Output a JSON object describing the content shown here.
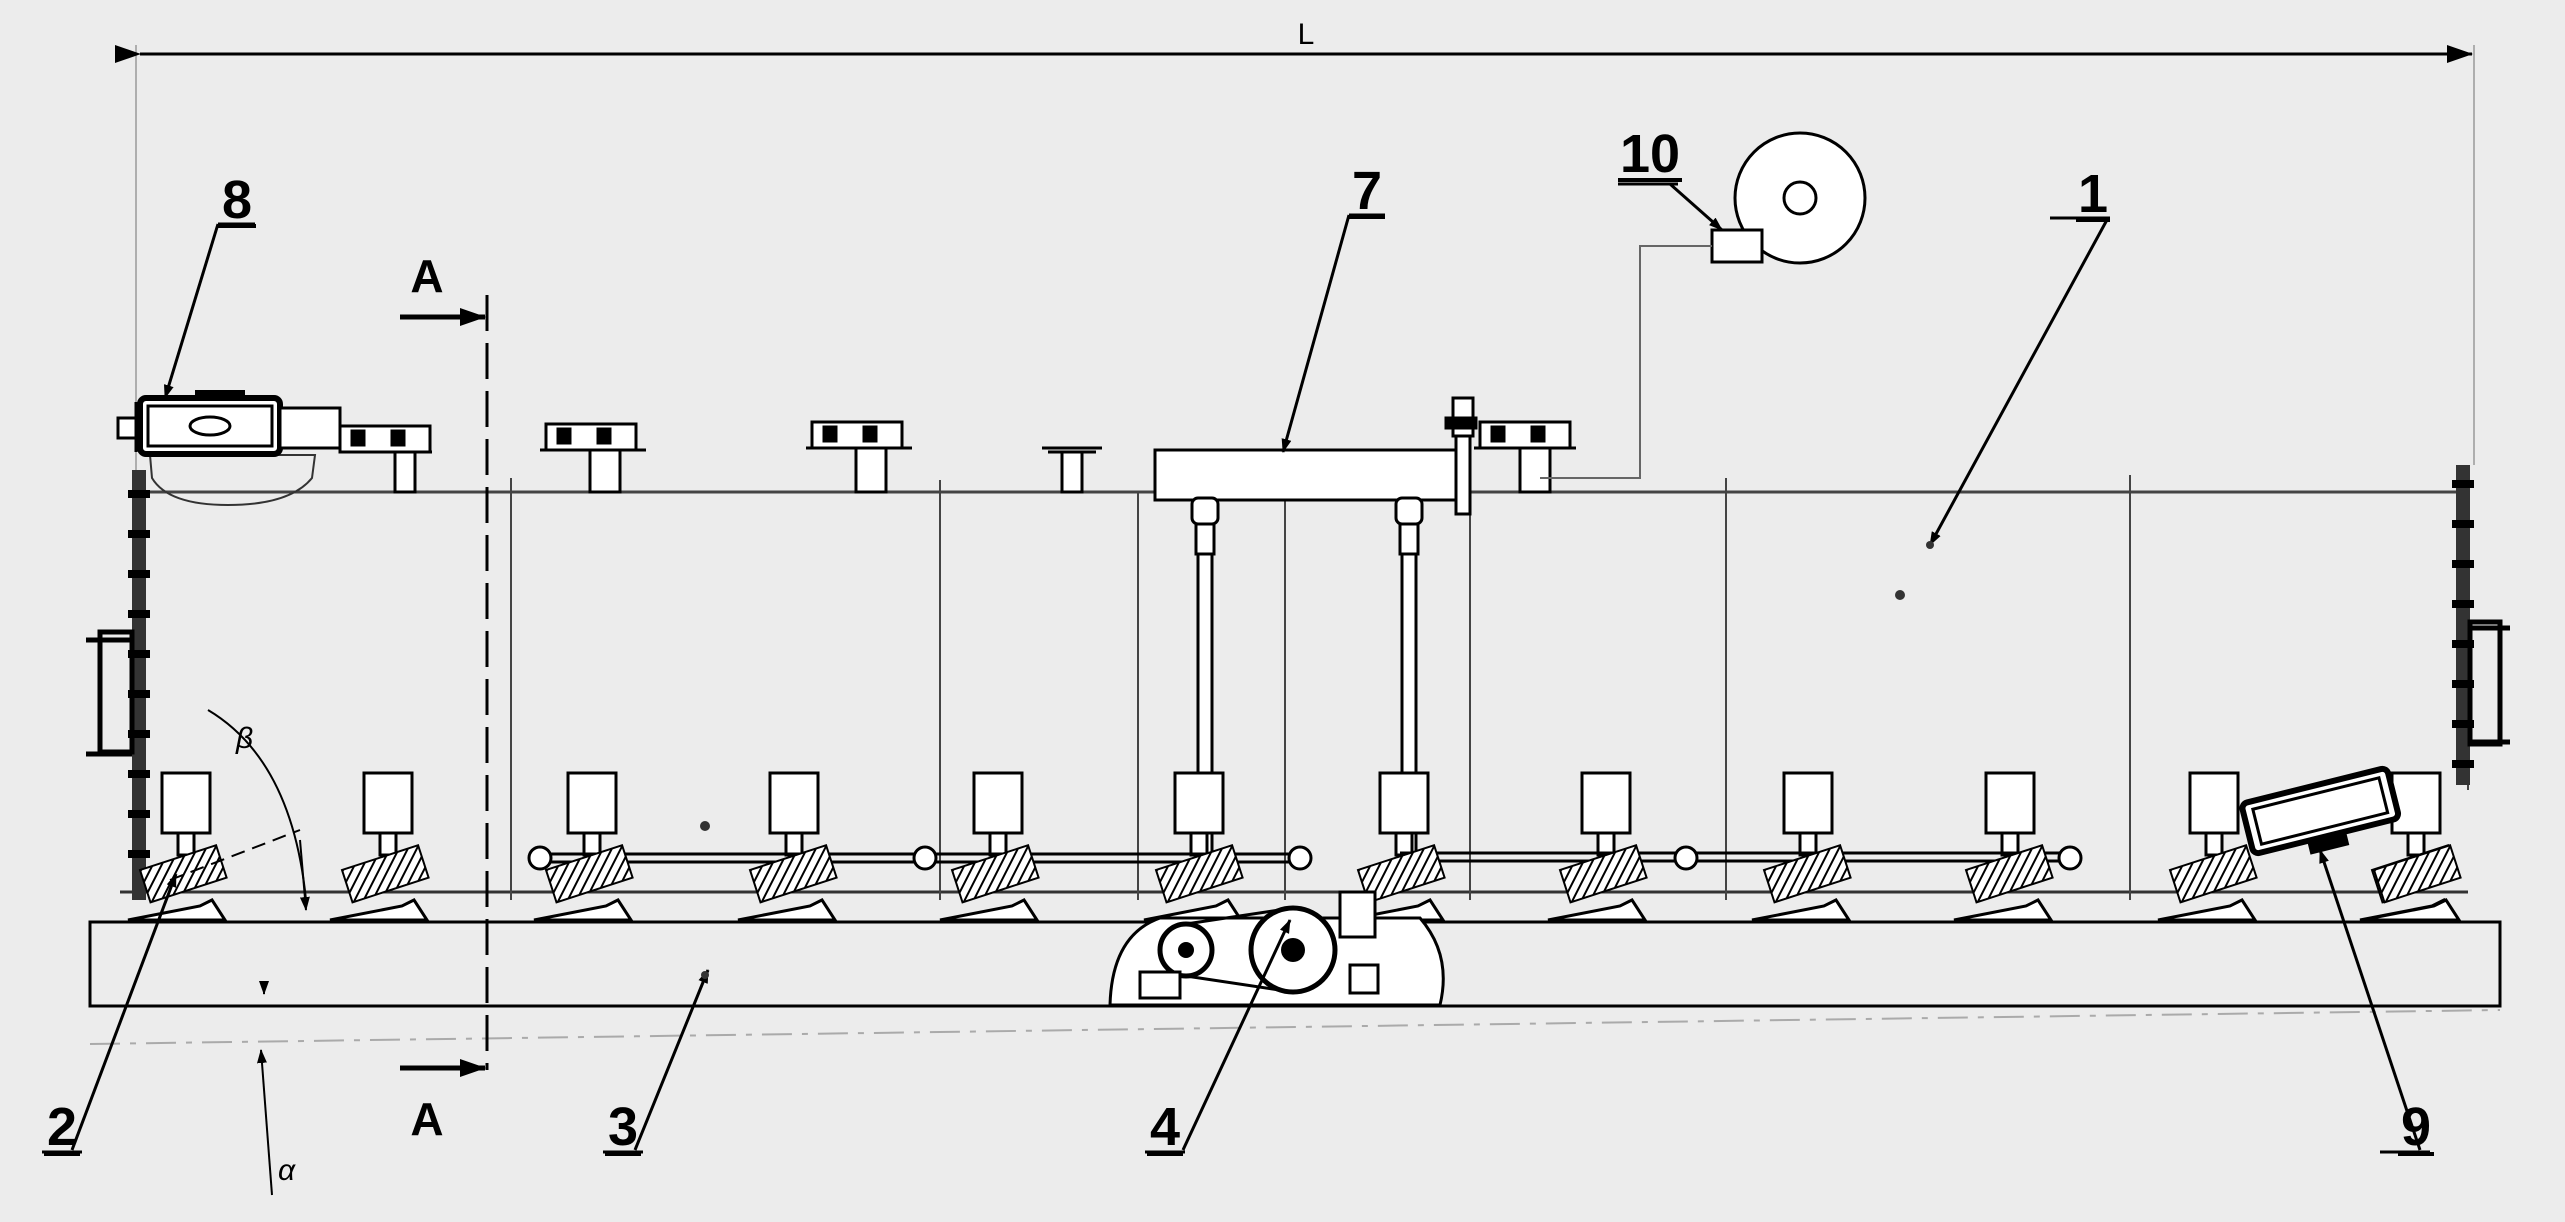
{
  "dimension_label": "L",
  "section_marks": [
    "A",
    "A"
  ],
  "angles": {
    "alpha": "α",
    "beta": "β"
  },
  "callouts": [
    {
      "id": "1",
      "text": "1"
    },
    {
      "id": "2",
      "text": "2"
    },
    {
      "id": "3",
      "text": "3"
    },
    {
      "id": "4",
      "text": "4"
    },
    {
      "id": "7",
      "text": "7"
    },
    {
      "id": "8",
      "text": "8"
    },
    {
      "id": "9",
      "text": "9"
    },
    {
      "id": "10",
      "text": "10"
    }
  ]
}
